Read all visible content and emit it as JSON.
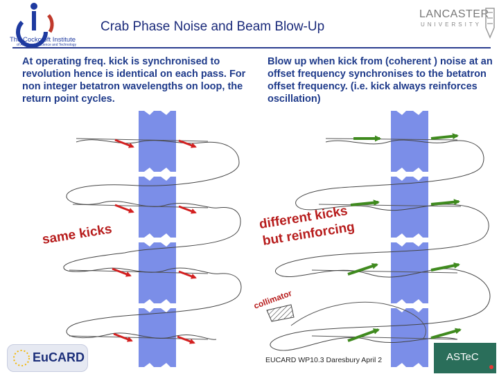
{
  "header": {
    "title": "Crab Phase Noise and Beam Blow-Up",
    "left_logo_caption": "The Cockcroft Institute",
    "left_logo_subcaption": "of Accelerator Science and Technology",
    "right_logo_name": "LANCASTER",
    "right_logo_sub": "UNIVERSITY"
  },
  "left_panel": {
    "text": "At operating freq.  kick is synchronised to revolution  hence is identical on each pass. For non integer betatron wavelengths on loop, the return point cycles.",
    "annotation": "same kicks"
  },
  "right_panel": {
    "text": "Blow up when kick from (coherent ) noise at an offset frequency synchronises to the betatron offset frequency. (i.e. kick always reinforces oscillation)",
    "annotation_line1": "different kicks",
    "annotation_line2": "but reinforcing",
    "collimator_label": "collimator"
  },
  "footer": {
    "text": "EUCARD WP10.3 Daresbury April 2",
    "left_logo": "EuCARD",
    "right_logo": "ASTeC"
  },
  "colors": {
    "title": "#1a2a7a",
    "text": "#1e3a8a",
    "cavity": "#7b8ee8",
    "red_arrow": "#d32020",
    "green_arrow": "#3f8a1e",
    "annotation": "#b71c1c"
  }
}
